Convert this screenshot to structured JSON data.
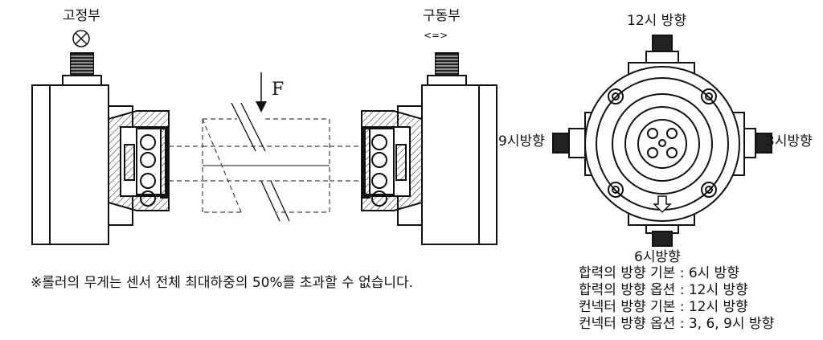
{
  "left_diagram": {
    "fixed_label": "고정부",
    "drive_label": "구동부",
    "drive_symbol": "<=>",
    "force_label": "F"
  },
  "right_diagram": {
    "top_label": "12시 방향",
    "left_label": "9시방향",
    "right_label": "3시방향",
    "bottom_label": "6시방향"
  },
  "note": "※롤러의 무게는 센서 전체 최대하중의 50%를 초과할 수 없습니다.",
  "specs": [
    "합력의 방향 기본 : 6시 방향",
    "합력의 방향 옵션 : 12시 방향",
    "컨넥터 방향 기본 : 12시 방향",
    "컨넥터 방향 옵션 : 3, 6, 9시 방향"
  ]
}
